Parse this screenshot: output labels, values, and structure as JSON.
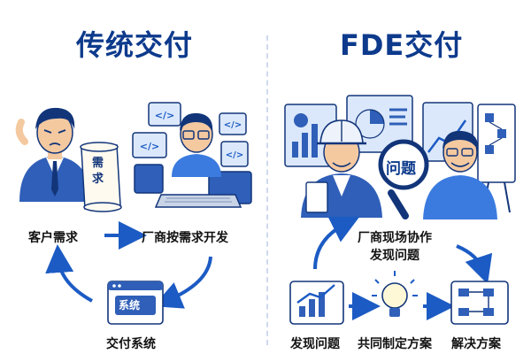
{
  "left": {
    "title": "传统交付",
    "customer_need": "客户需求",
    "vendor_dev": "厂商按需求开发",
    "deliver_system": "交付系统",
    "scroll_text": "需求",
    "system_badge": "系统"
  },
  "right": {
    "title": "FDE交付",
    "onsite": "厂商现场协作",
    "find_problem_sub": "发现问题",
    "magnifier_text": "问题",
    "find_problem": "发现问题",
    "co_plan": "共同制定方案",
    "solve_plan": "解决方案"
  },
  "colors": {
    "navy": "#0d3a8c",
    "blue": "#2f6fd6",
    "light": "#dbe8fb",
    "skin": "#f4c9a0"
  }
}
